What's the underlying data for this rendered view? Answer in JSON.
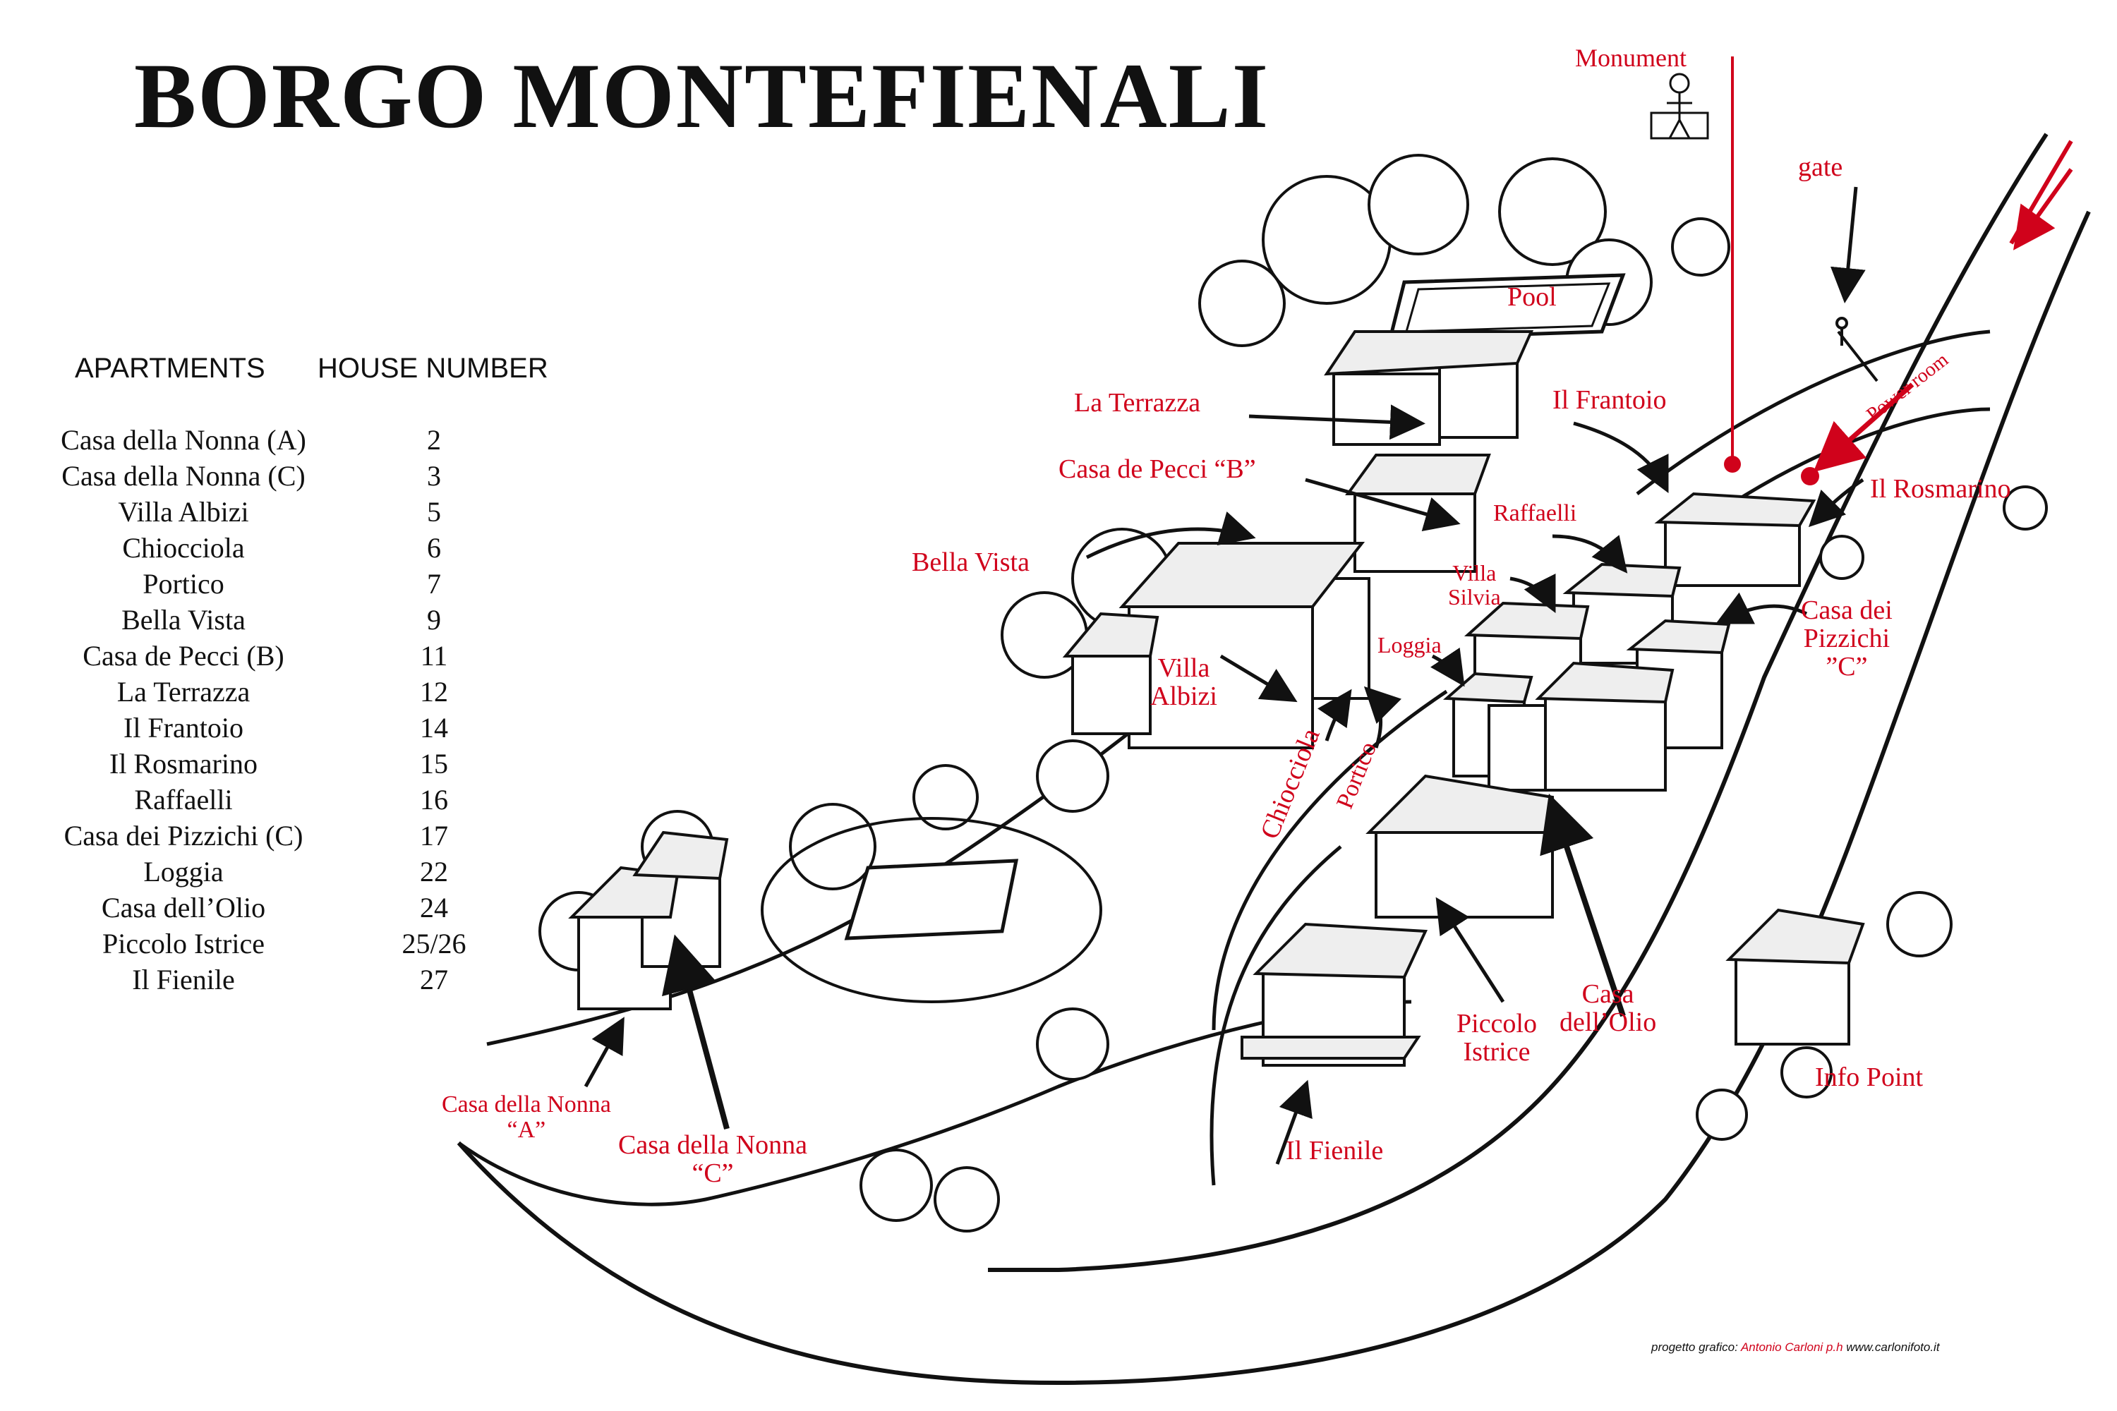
{
  "title": "BORGO MONTEFIENALI",
  "legend": {
    "header_apartments": "APARTMENTS",
    "header_house_number": "HOUSE NUMBER",
    "rows": [
      {
        "name": "Casa della Nonna (A)",
        "number": "2"
      },
      {
        "name": "Casa della Nonna (C)",
        "number": "3"
      },
      {
        "name": "Villa Albizi",
        "number": "5"
      },
      {
        "name": "Chiocciola",
        "number": "6"
      },
      {
        "name": "Portico",
        "number": "7"
      },
      {
        "name": "Bella Vista",
        "number": "9"
      },
      {
        "name": "Casa de Pecci (B)",
        "number": "11"
      },
      {
        "name": "La Terrazza",
        "number": "12"
      },
      {
        "name": "Il Frantoio",
        "number": "14"
      },
      {
        "name": "Il Rosmarino",
        "number": "15"
      },
      {
        "name": "Raffaelli",
        "number": "16"
      },
      {
        "name": "Casa dei Pizzichi (C)",
        "number": "17"
      },
      {
        "name": "Loggia",
        "number": "22"
      },
      {
        "name": "Casa dell’Olio",
        "number": "24"
      },
      {
        "name": "Piccolo Istrice",
        "number": "25/26"
      },
      {
        "name": "Il Fienile",
        "number": "27"
      }
    ]
  },
  "map_labels": {
    "monument": "Monument",
    "gate": "gate",
    "pool": "Pool",
    "power_room": "Power room",
    "la_terrazza": "La Terrazza",
    "il_frantoio": "Il Frantoio",
    "casa_de_pecci": "Casa de Pecci “B”",
    "il_rosmarino": "Il Rosmarino",
    "raffaelli": "Raffaelli",
    "bella_vista": "Bella Vista",
    "villa_silvia_line1": "Villa",
    "villa_silvia_line2": "Silvia",
    "casa_pizzichi_line1": "Casa dei",
    "casa_pizzichi_line2": "Pizzichi",
    "casa_pizzichi_line3": "”C”",
    "loggia": "Loggia",
    "villa_albizi_line1": "Villa",
    "villa_albizi_line2": "Albizi",
    "chiocciola": "Chiocciola",
    "portico": "Portico",
    "casa_olio_line1": "Casa",
    "casa_olio_line2": "dell’Olio",
    "piccolo_istrice_line1": "Piccolo",
    "piccolo_istrice_line2": "Istrice",
    "info_point": "Info Point",
    "il_fienile": "Il Fienile",
    "nonna_a_line1": "Casa della Nonna",
    "nonna_a_line2": "“A”",
    "nonna_c_line1": "Casa della Nonna",
    "nonna_c_line2": "“C”"
  },
  "credit": {
    "prefix": "progetto grafico:",
    "author": "Antonio Carloni p.h",
    "website": "www.carlonifoto.it"
  },
  "colors": {
    "label_red": "#d0021b",
    "ink": "#111111"
  }
}
